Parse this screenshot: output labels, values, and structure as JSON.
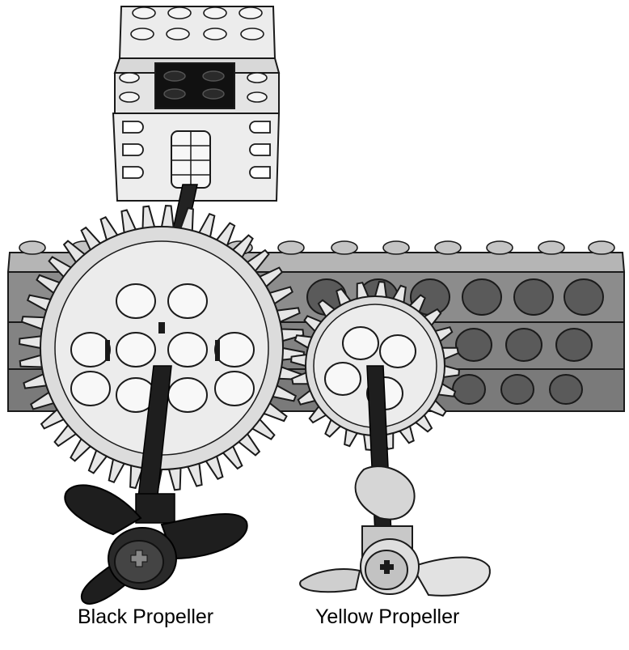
{
  "labels": {
    "black_propeller": "Black Propeller",
    "yellow_propeller": "Yellow Propeller"
  },
  "colors": {
    "outline": "#1a1a1a",
    "beam": "#8c8c8c",
    "beam_top": "#b5b5b5",
    "beam_hole": "#5a5a5a",
    "motor": "#e9e9e9",
    "gear": "#e6e6e6",
    "gear_shade": "#cfcfcf",
    "axle": "#222222",
    "black_propeller": "#1e1e1e",
    "yellow_propeller": "#d6d6d6"
  },
  "parts": {
    "large_gear_teeth": 40,
    "small_gear_teeth": 24
  }
}
